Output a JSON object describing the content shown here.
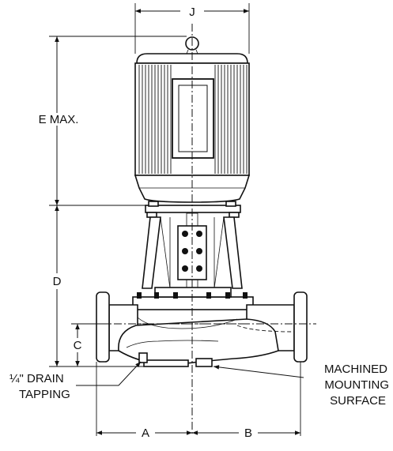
{
  "labels": {
    "dim_j": "J",
    "dim_e": "E MAX.",
    "dim_d": "D",
    "dim_c": "C",
    "dim_a": "A",
    "dim_b": "B",
    "drain_line1": "¼\" DRAIN",
    "drain_line2": "TAPPING",
    "mount_line1": "MACHINED",
    "mount_line2": "MOUNTING",
    "mount_line3": "SURFACE"
  }
}
